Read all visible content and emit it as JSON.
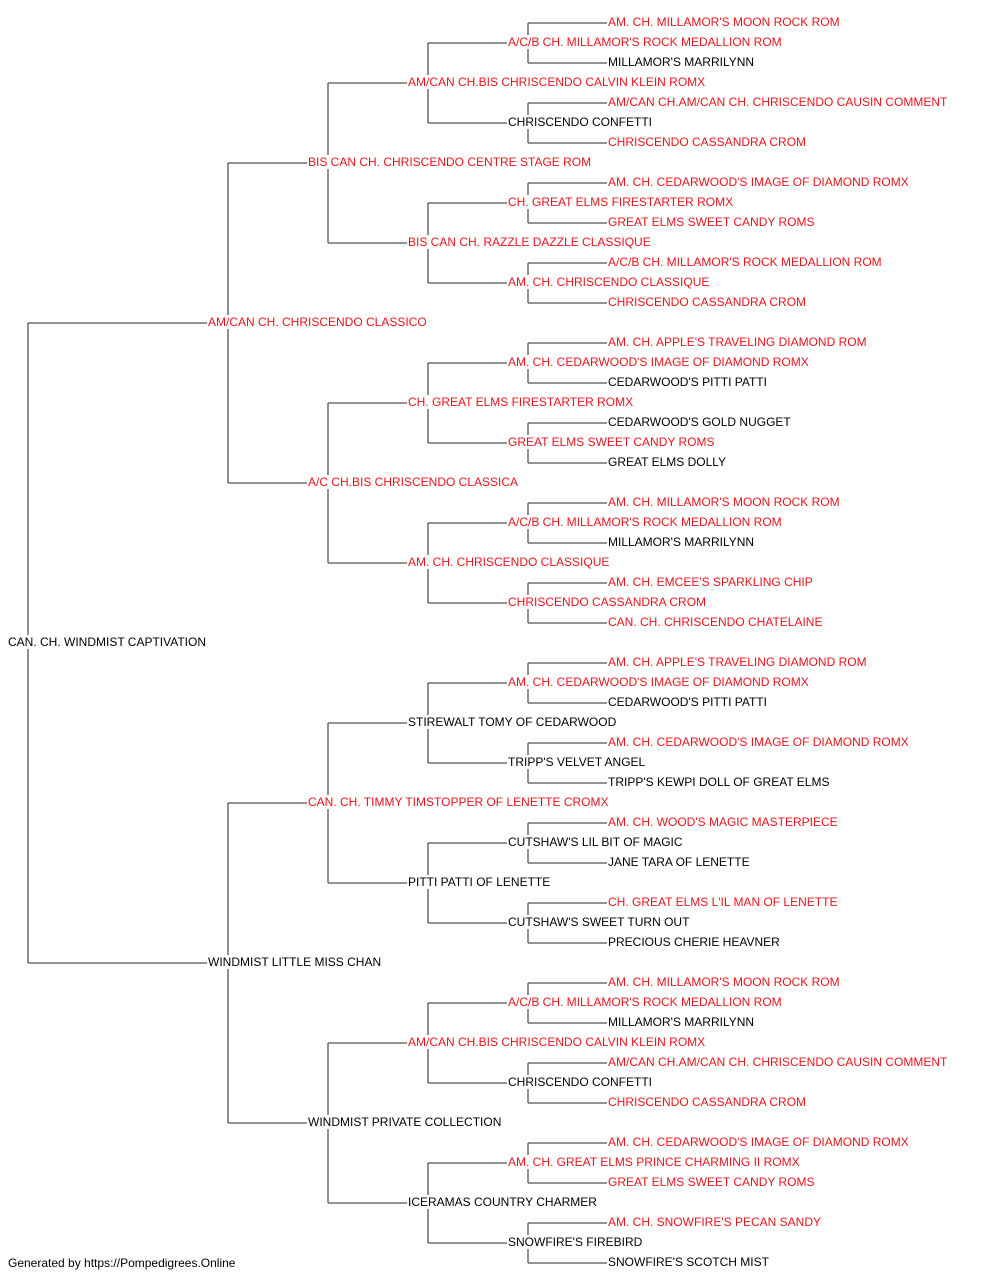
{
  "colors": {
    "champion": "#e8141c",
    "normal": "#000000",
    "line": "#555555"
  },
  "pedigree": {
    "name": "CAN. CH. WINDMIST CAPTIVATION",
    "champion": false,
    "sire": {
      "name": "AM/CAN CH. CHRISCENDO CLASSICO",
      "champion": true,
      "sire": {
        "name": "BIS CAN CH. CHRISCENDO CENTRE STAGE ROM",
        "champion": true,
        "sire": {
          "name": "AM/CAN CH.BIS CHRISCENDO CALVIN KLEIN ROMX",
          "champion": true,
          "sire": {
            "name": "A/C/B CH. MILLAMOR'S ROCK MEDALLION ROM",
            "champion": true,
            "sire": {
              "name": "AM. CH. MILLAMOR'S MOON ROCK ROM",
              "champion": true
            },
            "dam": {
              "name": "MILLAMOR'S MARRILYNN",
              "champion": false
            }
          },
          "dam": {
            "name": "CHRISCENDO CONFETTI",
            "champion": false,
            "sire": {
              "name": "AM/CAN CH.AM/CAN CH. CHRISCENDO CAUSIN COMMENT",
              "champion": true
            },
            "dam": {
              "name": "CHRISCENDO CASSANDRA CROM",
              "champion": true
            }
          }
        },
        "dam": {
          "name": "BIS CAN CH. RAZZLE DAZZLE CLASSIQUE",
          "champion": true,
          "sire": {
            "name": "CH. GREAT ELMS FIRESTARTER ROMX",
            "champion": true,
            "sire": {
              "name": "AM. CH. CEDARWOOD'S IMAGE OF DIAMOND ROMX",
              "champion": true
            },
            "dam": {
              "name": "GREAT ELMS SWEET CANDY ROMS",
              "champion": true
            }
          },
          "dam": {
            "name": "AM. CH. CHRISCENDO CLASSIQUE",
            "champion": true,
            "sire": {
              "name": "A/C/B CH. MILLAMOR'S ROCK MEDALLION ROM",
              "champion": true
            },
            "dam": {
              "name": "CHRISCENDO CASSANDRA CROM",
              "champion": true
            }
          }
        }
      },
      "dam": {
        "name": "A/C CH.BIS CHRISCENDO CLASSICA",
        "champion": true,
        "sire": {
          "name": "CH. GREAT ELMS FIRESTARTER ROMX",
          "champion": true,
          "sire": {
            "name": "AM. CH. CEDARWOOD'S IMAGE OF DIAMOND ROMX",
            "champion": true,
            "sire": {
              "name": "AM. CH. APPLE'S TRAVELING DIAMOND ROM",
              "champion": true
            },
            "dam": {
              "name": "CEDARWOOD'S PITTI PATTI",
              "champion": false
            }
          },
          "dam": {
            "name": "GREAT ELMS SWEET CANDY ROMS",
            "champion": true,
            "sire": {
              "name": "CEDARWOOD'S GOLD NUGGET",
              "champion": false
            },
            "dam": {
              "name": "GREAT ELMS DOLLY",
              "champion": false
            }
          }
        },
        "dam": {
          "name": "AM. CH. CHRISCENDO CLASSIQUE",
          "champion": true,
          "sire": {
            "name": "A/C/B CH. MILLAMOR'S ROCK MEDALLION ROM",
            "champion": true,
            "sire": {
              "name": "AM. CH. MILLAMOR'S MOON ROCK ROM",
              "champion": true
            },
            "dam": {
              "name": "MILLAMOR'S MARRILYNN",
              "champion": false
            }
          },
          "dam": {
            "name": "CHRISCENDO CASSANDRA CROM",
            "champion": true,
            "sire": {
              "name": "AM. CH. EMCEE'S SPARKLING CHIP",
              "champion": true
            },
            "dam": {
              "name": "CAN. CH. CHRISCENDO CHATELAINE",
              "champion": true
            }
          }
        }
      }
    },
    "dam": {
      "name": "WINDMIST LITTLE MISS CHAN",
      "champion": false,
      "sire": {
        "name": "CAN. CH. TIMMY TIMSTOPPER OF LENETTE CROMX",
        "champion": true,
        "sire": {
          "name": "STIREWALT TOMY OF CEDARWOOD",
          "champion": false,
          "sire": {
            "name": "AM. CH. CEDARWOOD'S IMAGE OF DIAMOND ROMX",
            "champion": true,
            "sire": {
              "name": "AM. CH. APPLE'S TRAVELING DIAMOND ROM",
              "champion": true
            },
            "dam": {
              "name": "CEDARWOOD'S PITTI PATTI",
              "champion": false
            }
          },
          "dam": {
            "name": "TRIPP'S VELVET ANGEL",
            "champion": false,
            "sire": {
              "name": "AM. CH. CEDARWOOD'S IMAGE OF DIAMOND ROMX",
              "champion": true
            },
            "dam": {
              "name": "TRIPP'S KEWPI DOLL OF GREAT ELMS",
              "champion": false
            }
          }
        },
        "dam": {
          "name": "PITTI PATTI OF LENETTE",
          "champion": false,
          "sire": {
            "name": "CUTSHAW'S LIL BIT OF MAGIC",
            "champion": false,
            "sire": {
              "name": "AM. CH. WOOD'S MAGIC MASTERPIECE",
              "champion": true
            },
            "dam": {
              "name": "JANE TARA OF LENETTE",
              "champion": false
            }
          },
          "dam": {
            "name": "CUTSHAW'S SWEET TURN OUT",
            "champion": false,
            "sire": {
              "name": "CH. GREAT ELMS L'IL MAN OF LENETTE",
              "champion": true
            },
            "dam": {
              "name": "PRECIOUS CHERIE HEAVNER",
              "champion": false
            }
          }
        }
      },
      "dam": {
        "name": "WINDMIST PRIVATE COLLECTION",
        "champion": false,
        "sire": {
          "name": "AM/CAN CH.BIS CHRISCENDO CALVIN KLEIN ROMX",
          "champion": true,
          "sire": {
            "name": "A/C/B CH. MILLAMOR'S ROCK MEDALLION ROM",
            "champion": true,
            "sire": {
              "name": "AM. CH. MILLAMOR'S MOON ROCK ROM",
              "champion": true
            },
            "dam": {
              "name": "MILLAMOR'S MARRILYNN",
              "champion": false
            }
          },
          "dam": {
            "name": "CHRISCENDO CONFETTI",
            "champion": false,
            "sire": {
              "name": "AM/CAN CH.AM/CAN CH. CHRISCENDO CAUSIN COMMENT",
              "champion": true
            },
            "dam": {
              "name": "CHRISCENDO CASSANDRA CROM",
              "champion": true
            }
          }
        },
        "dam": {
          "name": "ICERAMAS COUNTRY CHARMER",
          "champion": false,
          "sire": {
            "name": "AM. CH. GREAT ELMS PRINCE CHARMING II ROMX",
            "champion": true,
            "sire": {
              "name": "AM. CH. CEDARWOOD'S IMAGE OF DIAMOND ROMX",
              "champion": true
            },
            "dam": {
              "name": "GREAT ELMS SWEET CANDY ROMS",
              "champion": true
            }
          },
          "dam": {
            "name": "SNOWFIRE'S FIREBIRD",
            "champion": false,
            "sire": {
              "name": "AM. CH. SNOWFIRE'S PECAN SANDY",
              "champion": true
            },
            "dam": {
              "name": "SNOWFIRE'S SCOTCH MIST",
              "champion": false
            }
          }
        }
      }
    }
  },
  "footer": {
    "text": "Generated by https://Pompedigrees.Online"
  }
}
